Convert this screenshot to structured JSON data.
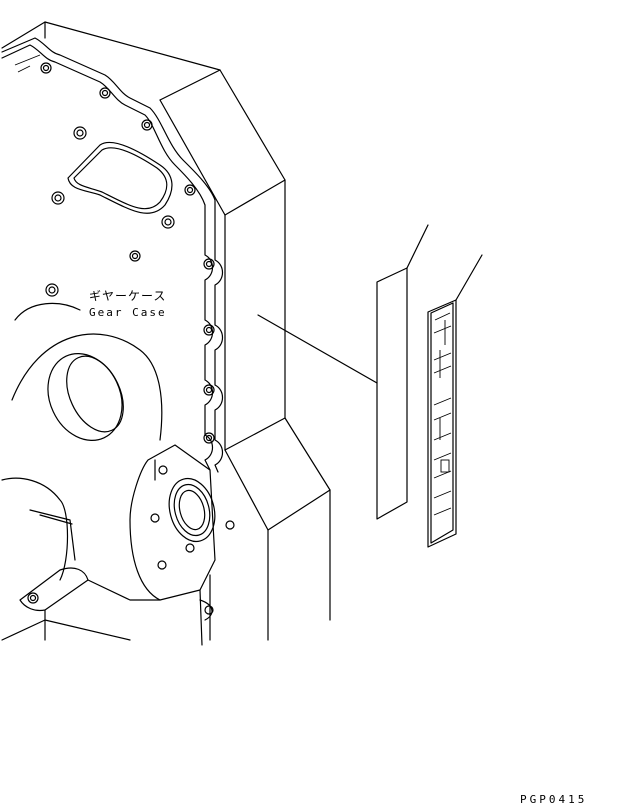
{
  "labels": {
    "part_name_jp": "ギヤーケース",
    "part_name_en": "Gear Case",
    "drawing_code": "PGP0415"
  }
}
